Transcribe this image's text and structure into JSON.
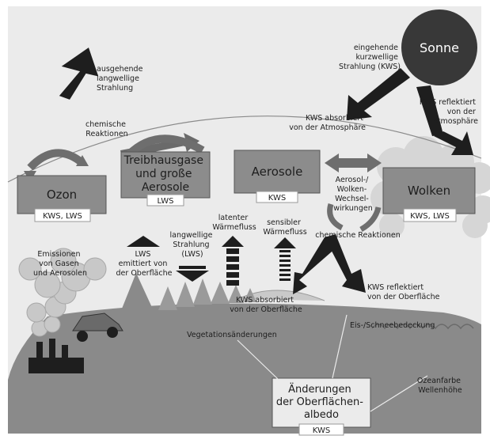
{
  "labels": {
    "sun": "Sonne",
    "incoming": [
      "eingehende",
      "kurzwellige",
      "Strahlung (KWS)"
    ],
    "outgoing": [
      "ausgehende",
      "langwellige",
      "Strahlung"
    ],
    "chem_reactions_top": [
      "chemische",
      "Reaktionen"
    ],
    "kws_absorbed_atm": [
      "KWS absorbiert",
      "von der Atmosphäre"
    ],
    "kws_reflected_atm": [
      "KWS reflektiert",
      "von der",
      "Atmosphäre"
    ],
    "ozone": "Ozon",
    "ozone_badge": "KWS, LWS",
    "ghg": [
      "Treibhausgase",
      "und große",
      "Aerosole"
    ],
    "ghg_badge": "LWS",
    "aerosols": "Aerosole",
    "aerosols_badge": "KWS",
    "aerosol_cloud": [
      "Aerosol-/",
      "Wolken-",
      "Wechsel-",
      "wirkungen"
    ],
    "clouds": "Wolken",
    "clouds_badge": "KWS, LWS",
    "chem_reactions_bottom": "chemische Reaktionen",
    "latent": [
      "latenter",
      "Wärmefluss"
    ],
    "sensible": [
      "sensibler",
      "Wärmefluss"
    ],
    "lws_emitted": [
      "LWS",
      "emittiert von",
      "der Oberfläche"
    ],
    "longwave": [
      "langwellige",
      "Strahlung",
      "(LWS)"
    ],
    "emissions": [
      "Emissionen",
      "von Gasen",
      "und Aerosolen"
    ],
    "kws_absorbed_surface": [
      "KWS absorbiert",
      "von der Oberfläche"
    ],
    "kws_reflected_surface": [
      "KWS reflektiert",
      "von der Oberfläche"
    ],
    "ice_snow": "Eis-/Schneebedeckung",
    "vegetation": "Vegetationsänderungen",
    "ocean": [
      "Ozeanfarbe",
      "Wellenhöhe"
    ],
    "albedo": [
      "Änderungen",
      "der Oberflächen-",
      "albedo"
    ],
    "albedo_badge": "KWS"
  },
  "colors": {
    "background": "#ebebeb",
    "sun": "#383838",
    "box": "#8c8c8c",
    "box_border": "#555555",
    "ground": "#8a8a8a",
    "arrow": "#1e1e1e",
    "cycle_arrow": "#6e6e6e",
    "trees": "#9a9a9a",
    "smoke": "#c8c8c8"
  }
}
